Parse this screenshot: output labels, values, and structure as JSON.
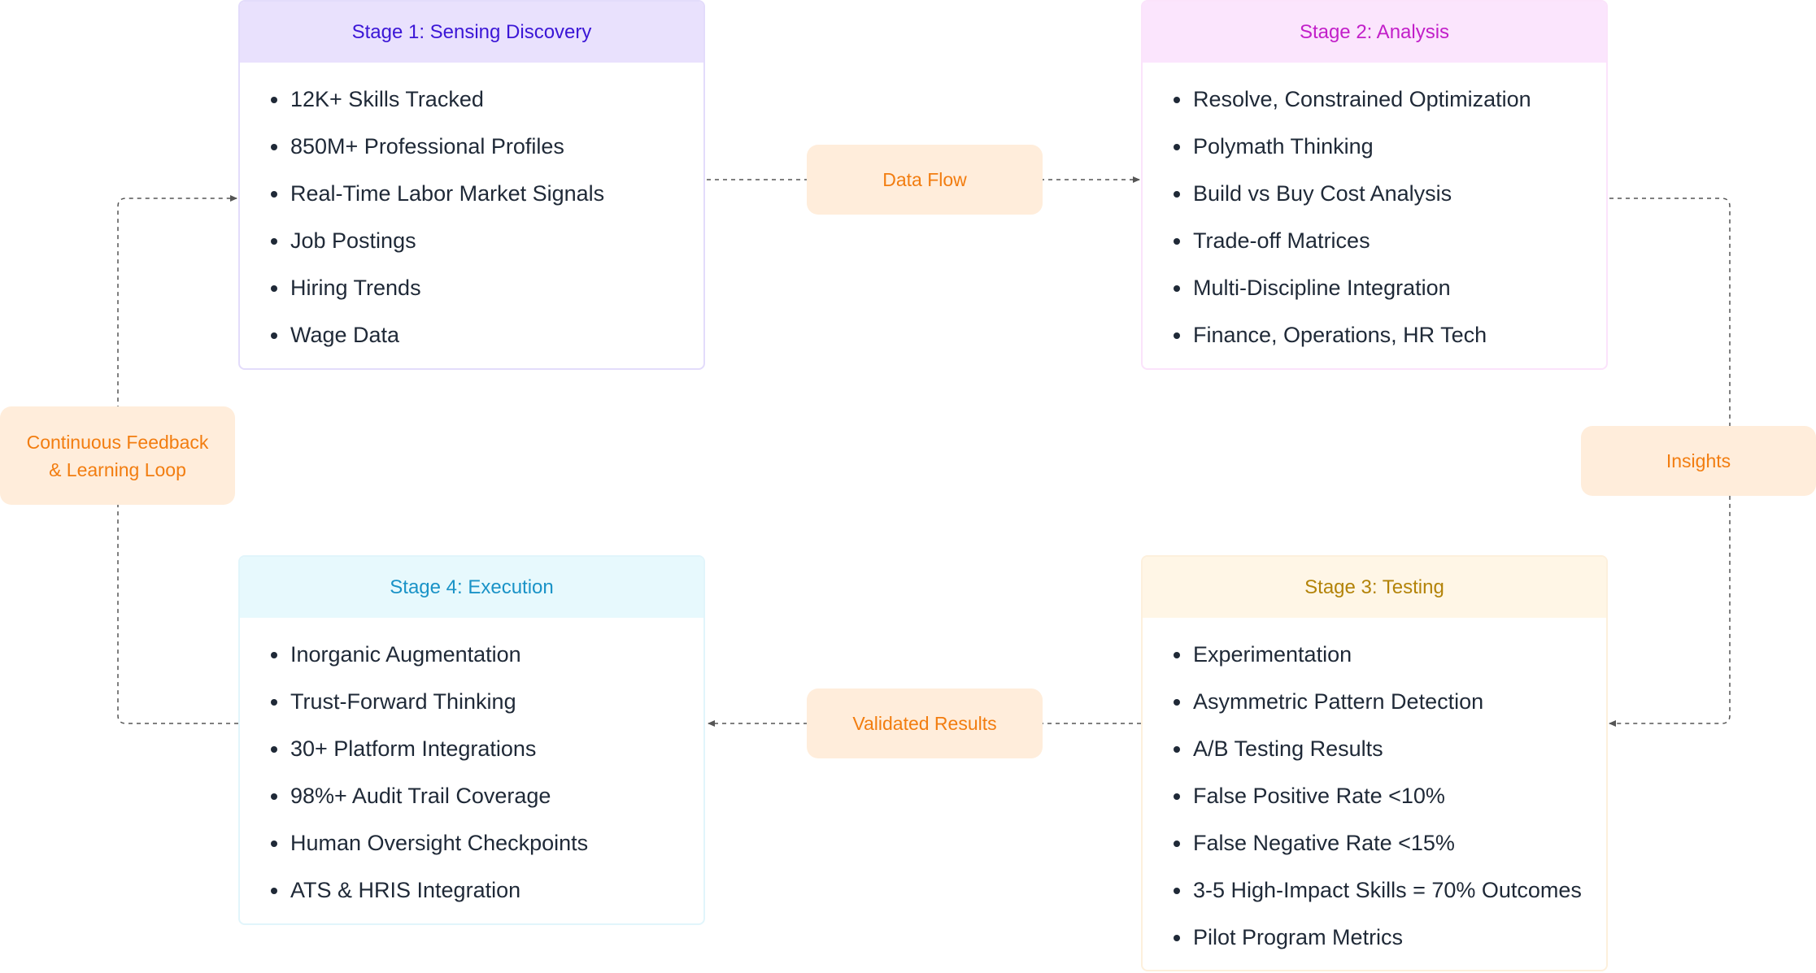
{
  "stages": [
    {
      "title": "Stage 1: Sensing Discovery",
      "accent": "#3b16d6",
      "items": [
        "12K+ Skills Tracked",
        "850M+ Professional Profiles",
        "Real-Time Labor Market Signals",
        "Job Postings",
        "Hiring Trends",
        "Wage Data"
      ]
    },
    {
      "title": "Stage 2: Analysis",
      "accent": "#c21fc9",
      "items": [
        "Resolve, Constrained Optimization",
        "Polymath Thinking",
        "Build vs Buy Cost Analysis",
        "Trade-off Matrices",
        "Multi-Discipline Integration",
        "Finance, Operations, HR Tech"
      ]
    },
    {
      "title": "Stage 3: Testing",
      "accent": "#b38309",
      "items": [
        "Experimentation",
        "Asymmetric Pattern Detection",
        "A/B Testing Results",
        "False Positive Rate <10%",
        "False Negative Rate <15%",
        "3-5 High-Impact Skills = 70% Outcomes",
        "Pilot Program Metrics"
      ]
    },
    {
      "title": "Stage 4: Execution",
      "accent": "#1a93c7",
      "items": [
        "Inorganic Augmentation",
        "Trust-Forward Thinking",
        "30+ Platform Integrations",
        "98%+ Audit Trail Coverage",
        "Human Oversight Checkpoints",
        "ATS & HRIS Integration"
      ]
    }
  ],
  "flows": {
    "data_flow": "Data Flow",
    "insights": "Insights",
    "validated_results": "Validated Results",
    "feedback_loop": "Continuous Feedback\n& Learning Loop"
  },
  "colors": {
    "label_bg": "#ffeddb",
    "label_text": "#f27d10",
    "connector": "#555555"
  }
}
